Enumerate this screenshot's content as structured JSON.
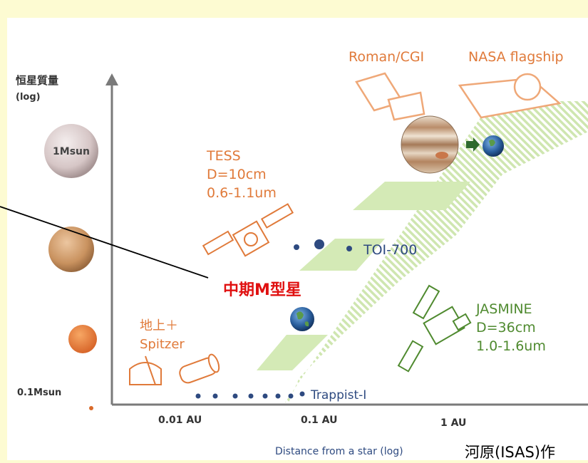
{
  "yaxis": {
    "title": "恒星質量",
    "unit": "(log)",
    "ticks": [
      "1Msun",
      "0.1Msun"
    ]
  },
  "xaxis": {
    "ticks": [
      "0.01 AU",
      "0.1 AU",
      "1 AU"
    ],
    "title": "Distance from a star (log)"
  },
  "missions": {
    "roman": "Roman/CGI",
    "nasa": "NASA flagship",
    "tess": {
      "name": "TESS",
      "d": "D=10cm",
      "band": "0.6-1.1um"
    },
    "ground": {
      "l1": "地上＋",
      "l2": "Spitzer"
    },
    "jasmine": {
      "name": "JASMINE",
      "d": "D=36cm",
      "band": "1.0-1.6um"
    }
  },
  "systems": {
    "toi": "TOI-700",
    "trappist": "Trappist-I"
  },
  "callout": "中期M型星",
  "credit": "河原(ISAS)作",
  "colors": {
    "orange": "#e07a3a",
    "navy": "#2e4a80",
    "green": "#4f8a2f",
    "red": "#e01010",
    "background": "#fdfbd2"
  }
}
